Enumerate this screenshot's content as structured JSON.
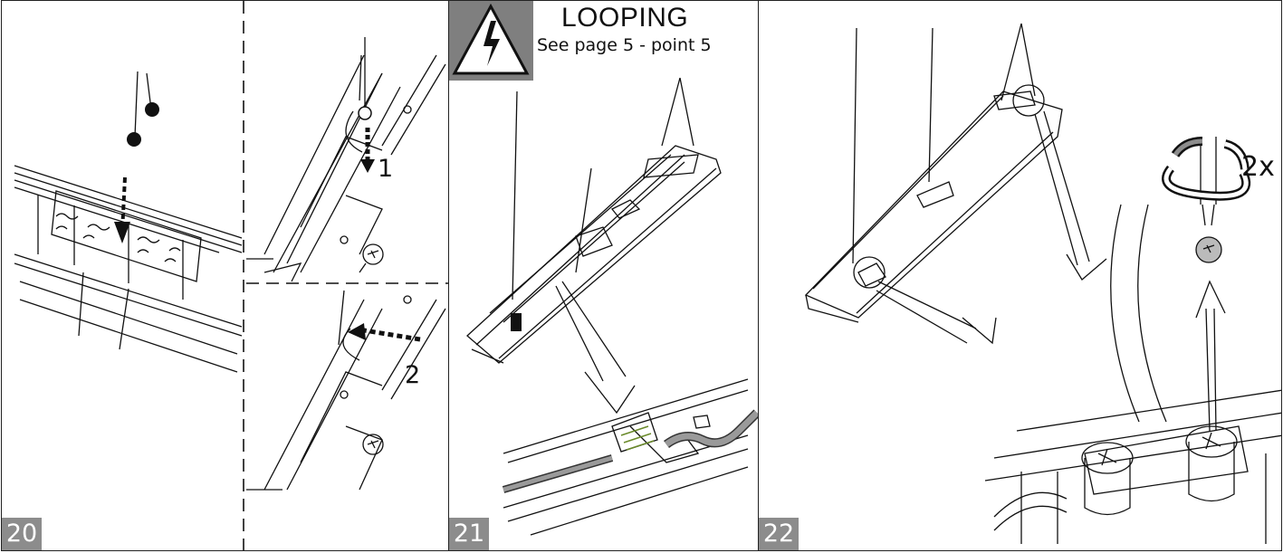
{
  "steps": [
    {
      "number": "20",
      "sub_labels": [
        "1",
        "2"
      ]
    },
    {
      "number": "21",
      "warning": {
        "title": "LOOPING",
        "subtitle": "See page 5 - point 5",
        "icon": "electrical-hazard-icon"
      }
    },
    {
      "number": "22",
      "turn_count": "2x",
      "icon": "screwdriver-rotate-icon"
    }
  ],
  "colors": {
    "line": "#111111",
    "badge": "#8c8c8c",
    "warning_bg": "#7f7f7f",
    "cable_fill": "#9a9a9a"
  }
}
